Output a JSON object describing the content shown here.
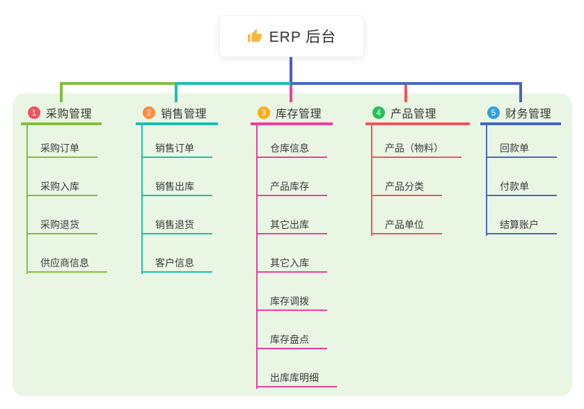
{
  "root": {
    "title": "ERP 后台",
    "icon": "thumbs-up",
    "icon_color": "#f6b93c",
    "line_color": "#4a5cc5",
    "background": "#ffffff"
  },
  "canvas": {
    "background": "#ffffff",
    "panel_background": "#e9f6e3",
    "text_color": "#3a3a3a"
  },
  "branches": [
    {
      "index": "1",
      "title": "采购管理",
      "badge_color": "#f5505f",
      "line_color": "#82bf3e",
      "children": [
        "采购订单",
        "采购入库",
        "采购退货",
        "供应商信息"
      ]
    },
    {
      "index": "2",
      "title": "销售管理",
      "badge_color": "#fa8c3e",
      "line_color": "#1cbdb0",
      "children": [
        "销售订单",
        "销售出库",
        "销售退货",
        "客户信息"
      ]
    },
    {
      "index": "3",
      "title": "库存管理",
      "badge_color": "#fbae17",
      "line_color": "#ee3d9e",
      "children": [
        "仓库信息",
        "产品库存",
        "其它出库",
        "其它入库",
        "库存调拨",
        "库存盘点",
        "出库库明细"
      ]
    },
    {
      "index": "4",
      "title": "产品管理",
      "badge_color": "#2dbd5f",
      "line_color": "#f0545a",
      "children": [
        "产品（物料）",
        "产品分类",
        "产品单位"
      ]
    },
    {
      "index": "5",
      "title": "财务管理",
      "badge_color": "#2f9fe0",
      "line_color": "#4467c4",
      "children": [
        "回款单",
        "付款单",
        "结算账户"
      ]
    }
  ]
}
